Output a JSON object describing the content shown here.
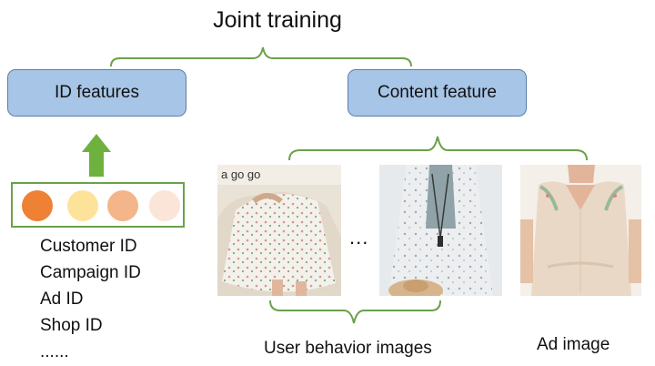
{
  "title": "Joint training",
  "id_box_label": "ID features",
  "content_box_label": "Content feature",
  "id_circles": [
    "#ee8134",
    "#fde29a",
    "#f3b589",
    "#fbe4d8"
  ],
  "id_list": [
    "Customer ID",
    "Campaign ID",
    "Ad ID",
    "Shop ID",
    "......"
  ],
  "photo1_watermark": "a go go",
  "ellipsis": "...",
  "behavior_caption": "User behavior images",
  "ad_caption": "Ad image",
  "colors": {
    "box_fill": "#a7c5e6",
    "box_border": "#5b7fa8",
    "brace": "#6aa14a",
    "arrow": "#6fb13f"
  }
}
